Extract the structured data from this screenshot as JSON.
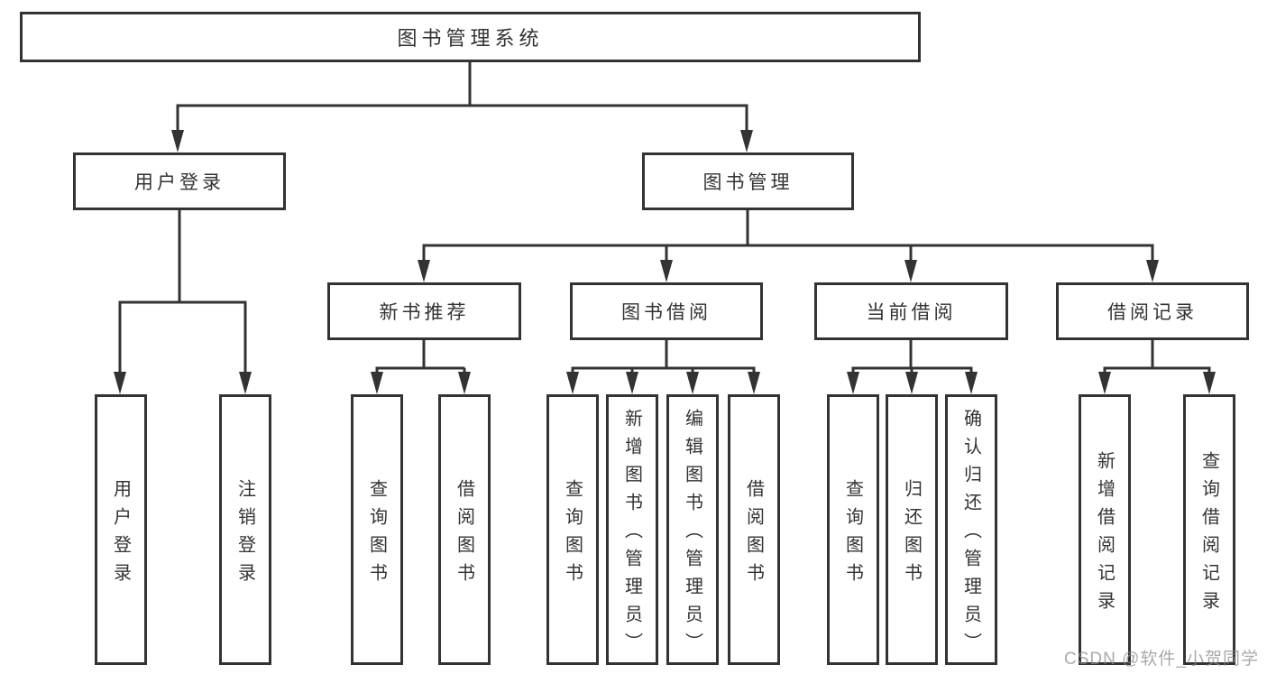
{
  "root": {
    "label": "图书管理系统"
  },
  "level2": [
    {
      "label": "用户登录",
      "children": [
        {
          "label": "用户登录"
        },
        {
          "label": "注销登录"
        }
      ]
    },
    {
      "label": "图书管理",
      "sections": [
        {
          "label": "新书推荐",
          "children": [
            {
              "label": "查询图书"
            },
            {
              "label": "借阅图书"
            }
          ]
        },
        {
          "label": "图书借阅",
          "children": [
            {
              "label": "查询图书"
            },
            {
              "label": "新增图书（管理员）"
            },
            {
              "label": "编辑图书（管理员）"
            },
            {
              "label": "借阅图书"
            }
          ]
        },
        {
          "label": "当前借阅",
          "children": [
            {
              "label": "查询图书"
            },
            {
              "label": "归还图书"
            },
            {
              "label": "确认归还（管理员）"
            }
          ]
        },
        {
          "label": "借阅记录",
          "children": [
            {
              "label": "新增借阅记录"
            },
            {
              "label": "查询借阅记录"
            }
          ]
        }
      ]
    }
  ],
  "watermark": {
    "text": "CSDN @软件_小贺同学"
  },
  "colors": {
    "line": "#333333",
    "box_border": "#333333",
    "box_background": "#ffffff",
    "text": "#333333",
    "watermark": "#8c8c8c",
    "page_background": "#ffffff"
  }
}
